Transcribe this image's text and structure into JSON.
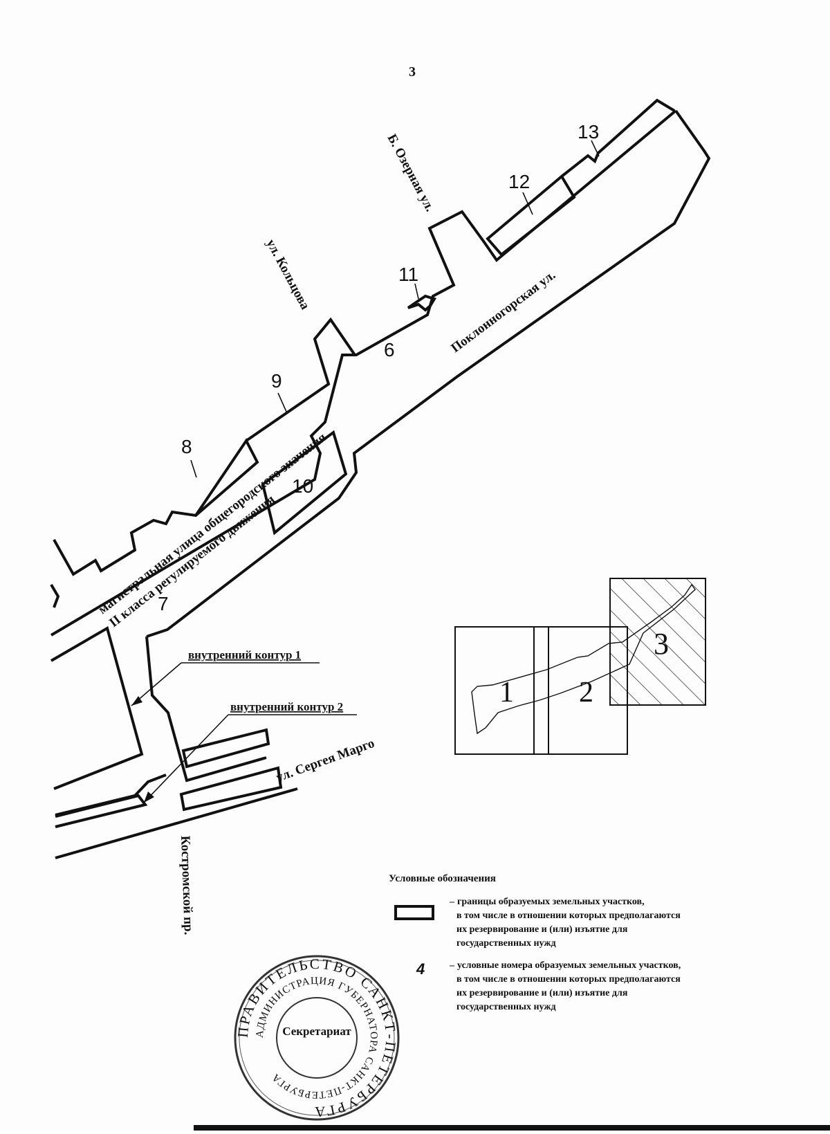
{
  "page_number": "3",
  "parcels": {
    "p6": "6",
    "p7": "7",
    "p8": "8",
    "p9": "9",
    "p10": "10",
    "p11": "11",
    "p12": "12",
    "p13": "13"
  },
  "streets": {
    "b_ozernaya": "Б. Озерная ул.",
    "koltsova": "ул. Кольцова",
    "poklonnogorskaya": "Поклонногорская ул.",
    "magistral_line1": "магистральная улица общегородского значения",
    "magistral_line2": "II класса регулируемого движения",
    "sergeya_margo": "ул. Сергея Марго",
    "kostromskoy": "Костромской пр."
  },
  "contours": {
    "inner1": "внутренний контур 1",
    "inner2": "внутренний контур 2"
  },
  "inset": {
    "s1": "1",
    "s2": "2",
    "s3": "3"
  },
  "legend": {
    "title": "Условные обозначения",
    "item1_line1": "границы образуемых земельных участков,",
    "item1_line2": "в том числе в отношении которых предполагаются",
    "item1_line3": "их резервирование и (или) изъятие для",
    "item1_line4": "государственных нужд",
    "item2_symbol": "4",
    "item2_line1": "условные номера образуемых земельных участков,",
    "item2_line2": "в том числе в отношении которых предполагаются",
    "item2_line3": "их резервирование и (или) изъятие для",
    "item2_line4": "государственных нужд"
  },
  "stamp": {
    "outer_ring": "ПРАВИТЕЛЬСТВО САНКТ-ПЕТЕРБУРГА",
    "inner_ring": "АДМИНИСТРАЦИЯ ГУБЕРНАТОРА САНКТ-ПЕТЕРБУРГА",
    "center": "Секретариат"
  }
}
